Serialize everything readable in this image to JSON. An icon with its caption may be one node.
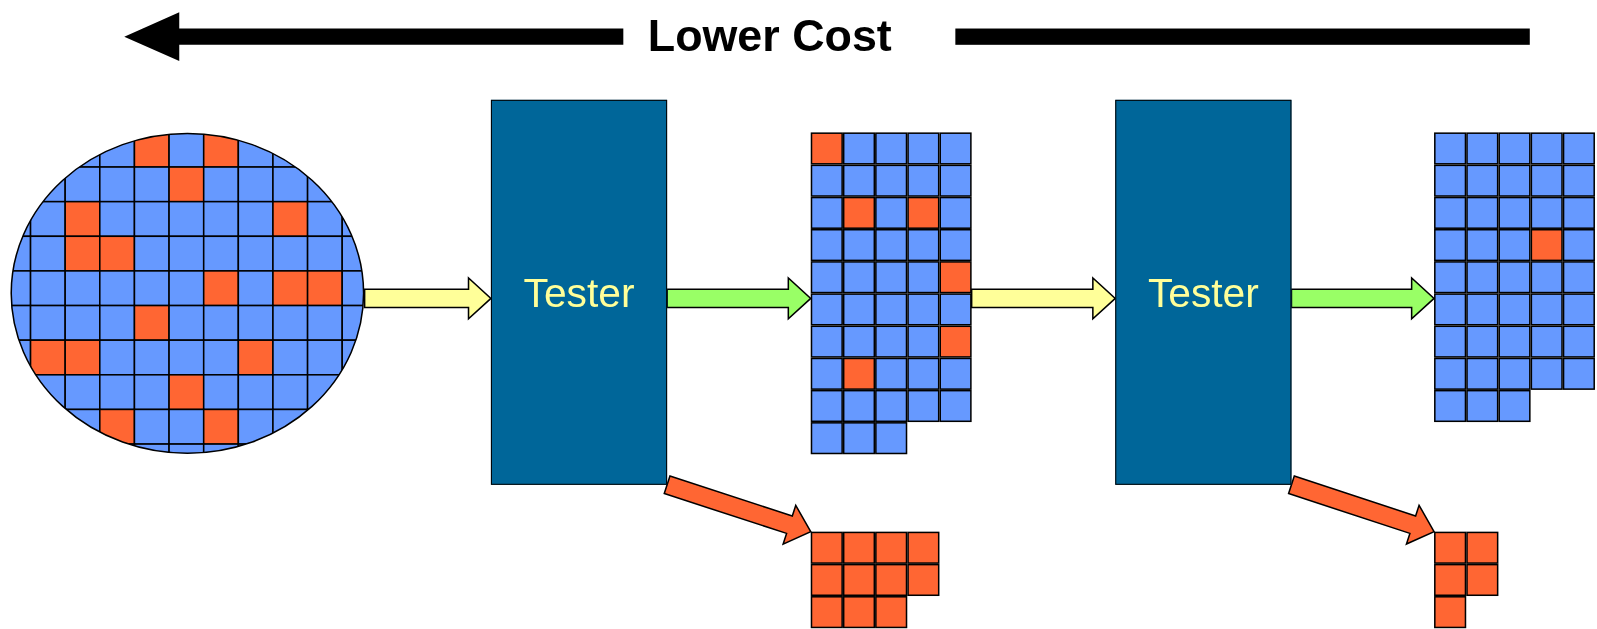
{
  "diagram": {
    "nodes": [
      {
        "text": [],
        "shape": "picture"
      },
      {
        "text": [
          "Tester"
        ]
      },
      {
        "text": [],
        "shape": "picture"
      },
      {
        "text": [],
        "shape": "picture"
      },
      {
        "text": [
          "Tester"
        ]
      },
      {
        "text": [],
        "shape": "picture"
      },
      {
        "text": [],
        "shape": "picture"
      }
    ],
    "edges": [
      {
        "from": 0,
        "to": 1,
        "arrow": "to",
        "color": "#ffff99"
      },
      {
        "from": 1,
        "to": 2,
        "arrow": "to",
        "color": "#99ff66"
      },
      {
        "from": 1,
        "to": 3,
        "arrow": "to",
        "color": "#ff6633"
      },
      {
        "from": 2,
        "to": 4,
        "arrow": "to",
        "color": "#ffff99"
      },
      {
        "from": 4,
        "to": 5,
        "arrow": "to",
        "color": "#99ff66"
      },
      {
        "from": 4,
        "to": 6,
        "arrow": "to",
        "color": "#ff6633"
      }
    ],
    "labels": [
      "Lower Cost"
    ]
  }
}
